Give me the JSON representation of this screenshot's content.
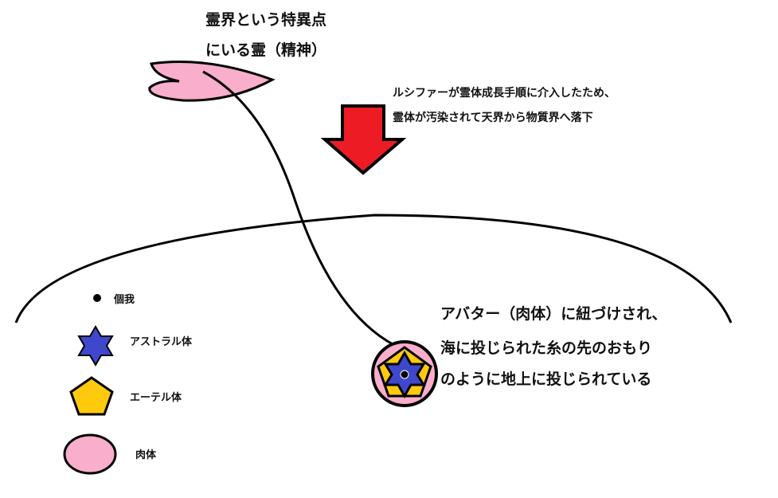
{
  "title_lines": [
    "霊界という特異点",
    "にいる霊（精神）"
  ],
  "fall_note": [
    "ルシファーが霊体成長手順に介入したため、",
    "霊体が汚染されて天界から物質界へ落下"
  ],
  "avatar_note": [
    "アバター（肉体）に紐づけされ、",
    "海に投じられた糸の先のおもり",
    "のように地上に投じられている"
  ],
  "legend": [
    {
      "icon": "dot-icon",
      "label": "個我"
    },
    {
      "icon": "star-icon",
      "label": "アストラル体"
    },
    {
      "icon": "pentagon-icon",
      "label": "エーテル体"
    },
    {
      "icon": "ellipse-icon",
      "label": "肉体"
    }
  ],
  "colors": {
    "pink": "#f9aecb",
    "blue": "#3f48cc",
    "yellow": "#ffc90e",
    "red": "#ed1c24"
  }
}
